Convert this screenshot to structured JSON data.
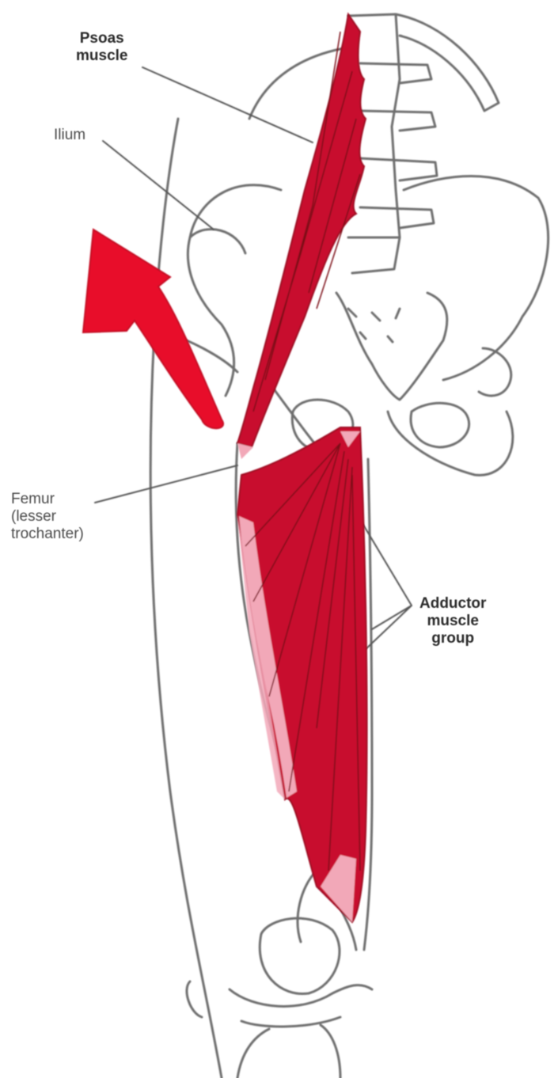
{
  "labels": {
    "psoas": [
      "Psoas",
      "muscle"
    ],
    "ilium": "Ilium",
    "femur": [
      "Femur",
      "(lesser",
      "trochanter)"
    ],
    "adductor": [
      "Adductor",
      "muscle",
      "group"
    ]
  },
  "colors": {
    "muscle": "#c8102e",
    "muscle_dark": "#9e0b22",
    "arrow": "#e8102a",
    "tendon": "#f2a8b8",
    "bone_outline": "#6e6e6e",
    "leader_line": "#555555"
  },
  "icons": {
    "arrow": "movement-arrow-icon"
  }
}
